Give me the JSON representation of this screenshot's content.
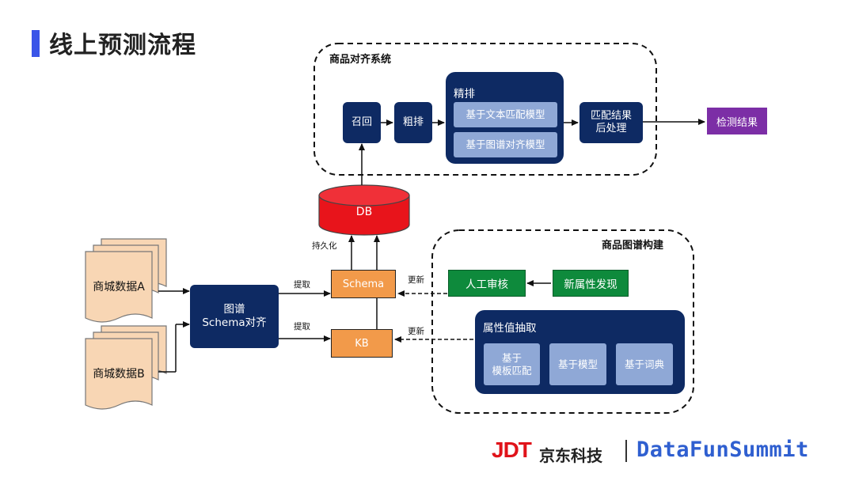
{
  "slide": {
    "title": "线上预测流程"
  },
  "alignment_system": {
    "label": "商品对齐系统",
    "recall": "召回",
    "coarse_rank": "粗排",
    "fine_rank": {
      "label": "精排",
      "models": [
        "基于文本匹配模型",
        "基于图谱对齐模型"
      ]
    },
    "post_process": "匹配结果\n后处理"
  },
  "result": "检测结果",
  "db": {
    "label": "DB",
    "persist_label": "持久化"
  },
  "sources": [
    "商城数据A",
    "商城数据B"
  ],
  "schema_align": "图谱\nSchema对齐",
  "extract_label": "提取",
  "schema_box": "Schema",
  "kb_box": "KB",
  "update_label": "更新",
  "graph_build": {
    "label": "商品图谱构建",
    "manual_review": "人工审核",
    "new_attr": "新属性发现",
    "attr_extract": {
      "label": "属性值抽取",
      "methods": [
        "基于\n模板匹配",
        "基于模型",
        "基于词典"
      ]
    }
  },
  "footer": {
    "jdt": "JDT",
    "jd_name": "京东科技",
    "summit": "DataFunSummit"
  },
  "colors": {
    "title_bar": "#3a55e8",
    "navy": "#0e2a63",
    "light_blue": "#8fa8d6",
    "orange": "#f29a4a",
    "green": "#0e8a3c",
    "purple": "#7c2ea6",
    "db_red": "#e8141b",
    "document": "#f8d6b4"
  }
}
